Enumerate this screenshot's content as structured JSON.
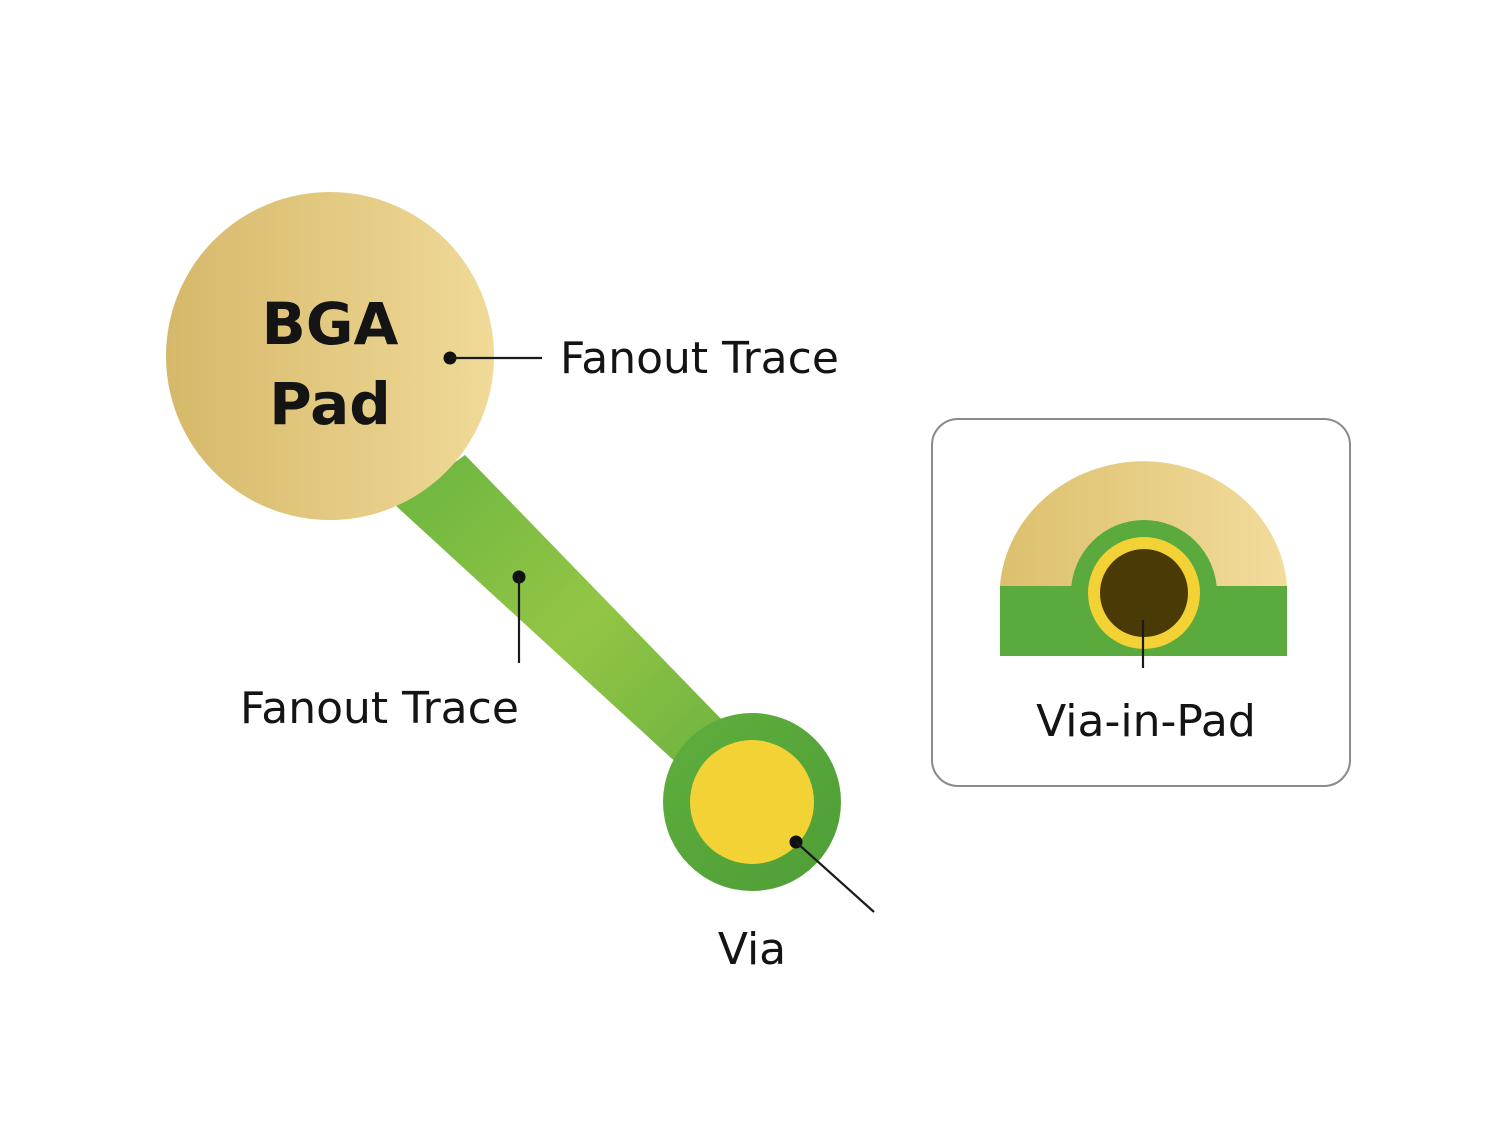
{
  "labels": {
    "pad_line1": "BGA",
    "pad_line2": "Pad",
    "fanout_trace_right": "Fanout Trace",
    "fanout_trace_left": "Fanout Trace",
    "via": "Via",
    "via_in_pad": "Via-in-Pad"
  },
  "colors": {
    "pad_gold_light": "#f0da98",
    "pad_gold_dark": "#d6b86a",
    "trace_green_light": "#93c545",
    "trace_green_dark": "#5aaa3d",
    "via_ring_green": "#5aaa3d",
    "via_yellow": "#f2d235",
    "via_hole_dark": "#4a3a05",
    "inset_border": "#8a8a8a",
    "text": "#141414"
  }
}
